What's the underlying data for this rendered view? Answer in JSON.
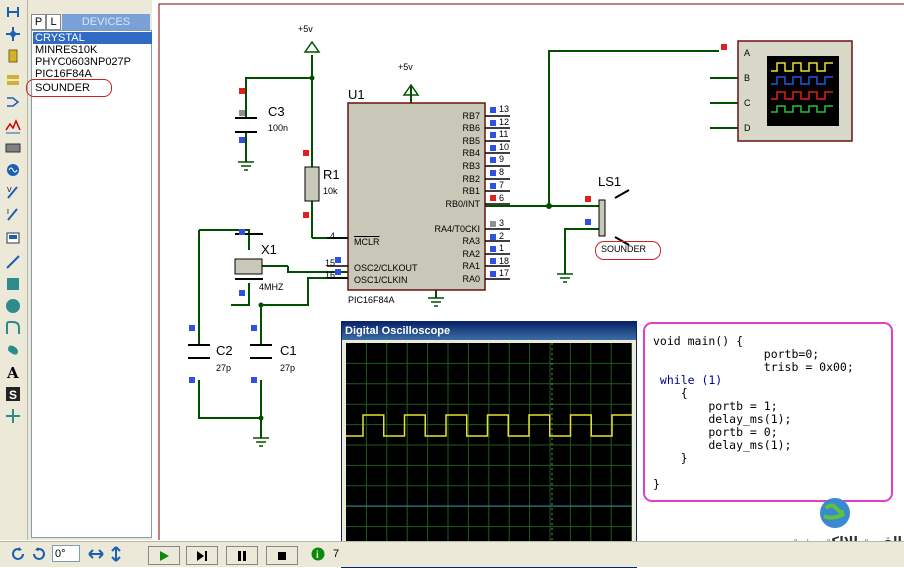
{
  "device_panel": {
    "tab_p": "P",
    "tab_l": "L",
    "header": "DEVICES",
    "devices": [
      "CRYSTAL",
      "MINRES10K",
      "PHYC0603NP027P",
      "PIC16F84A",
      "SOUNDER"
    ],
    "selected_index": 0,
    "highlighted_index": 4
  },
  "schematic": {
    "supply1": "+5v",
    "supply2": "+5v",
    "u1_ref": "U1",
    "u1_part": "PIC16F84A",
    "c3_ref": "C3",
    "c3_val": "100n",
    "r1_ref": "R1",
    "r1_val": "10k",
    "x1_ref": "X1",
    "x1_val": "4MHZ",
    "c2_ref": "C2",
    "c2_val": "27p",
    "c1_ref": "C1",
    "c1_val": "27p",
    "ls1_ref": "LS1",
    "ls1_part": "SOUNDER",
    "pins_right": [
      {
        "name": "RB7",
        "num": "13"
      },
      {
        "name": "RB6",
        "num": "12"
      },
      {
        "name": "RB5",
        "num": "11"
      },
      {
        "name": "RB4",
        "num": "10"
      },
      {
        "name": "RB3",
        "num": "9"
      },
      {
        "name": "RB2",
        "num": "8"
      },
      {
        "name": "RB1",
        "num": "7"
      },
      {
        "name": "RB0/INT",
        "num": "6"
      },
      {
        "name": "RA4/T0CKI",
        "num": "3"
      },
      {
        "name": "RA3",
        "num": "2"
      },
      {
        "name": "RA2",
        "num": "1"
      },
      {
        "name": "RA1",
        "num": "18"
      },
      {
        "name": "RA0",
        "num": "17"
      }
    ],
    "pins_left": [
      {
        "name": "MCLR",
        "num": "4"
      },
      {
        "name": "OSC2/CLKOUT",
        "num": "15"
      },
      {
        "name": "OSC1/CLKIN",
        "num": "16"
      }
    ],
    "scope_channels": [
      "A",
      "B",
      "C",
      "D"
    ]
  },
  "oscilloscope": {
    "title": "Digital Oscilloscope",
    "trace_color": "#e8e030",
    "square_wave_cycles": 6
  },
  "code": {
    "lines": [
      "void main() {",
      "                portb=0;",
      "                trisb = 0x00;",
      " while (1)",
      "    {",
      "        portb = 1;",
      "        delay_ms(1);",
      "        portb = 0;",
      "        delay_ms(1);",
      "    }",
      "",
      "}"
    ]
  },
  "watermark": {
    "text": "القرية الالكترونية"
  },
  "statusbar": {
    "rotation": "0°",
    "message_fragment": "7"
  }
}
